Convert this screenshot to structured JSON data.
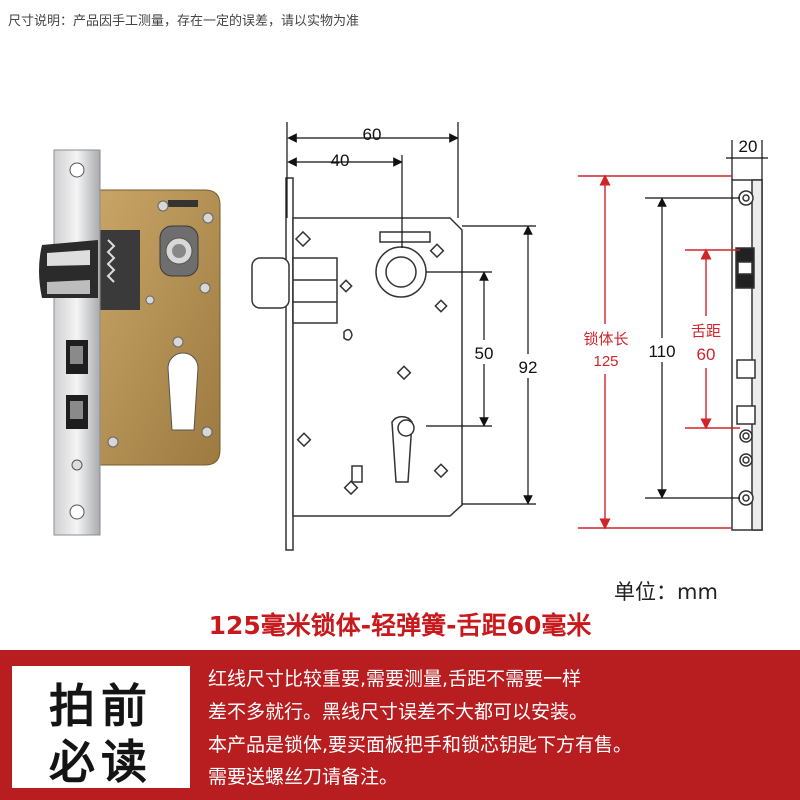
{
  "note": "尺寸说明：产品因手工测量，存在一定的误差，请以实物为准",
  "dimensions": {
    "top_width": "60",
    "top_offset": "40",
    "keyhole_spacing": "50",
    "body_height": "92",
    "faceplate_width": "20",
    "faceplate_screws": "110",
    "body_length_label": "锁体长",
    "body_length_value": "125",
    "backset_label": "舌距",
    "backset_value": "60"
  },
  "unit": "单位：mm",
  "caption": "125毫米锁体-轻弹簧-舌距60毫米",
  "banner": {
    "badge_line1": "拍前",
    "badge_line2": "必读",
    "lines": [
      "红线尺寸比较重要,需要测量,舌距不需要一样",
      "差不多就行。黑线尺寸误差不大都可以安装。",
      "本产品是锁体,要买面板把手和锁芯钥匙下方有售。",
      "需要送螺丝刀请备注。"
    ]
  },
  "colors": {
    "red_dimension": "#d2232a",
    "banner": "#b81d20",
    "brass": "#b08a4c"
  }
}
